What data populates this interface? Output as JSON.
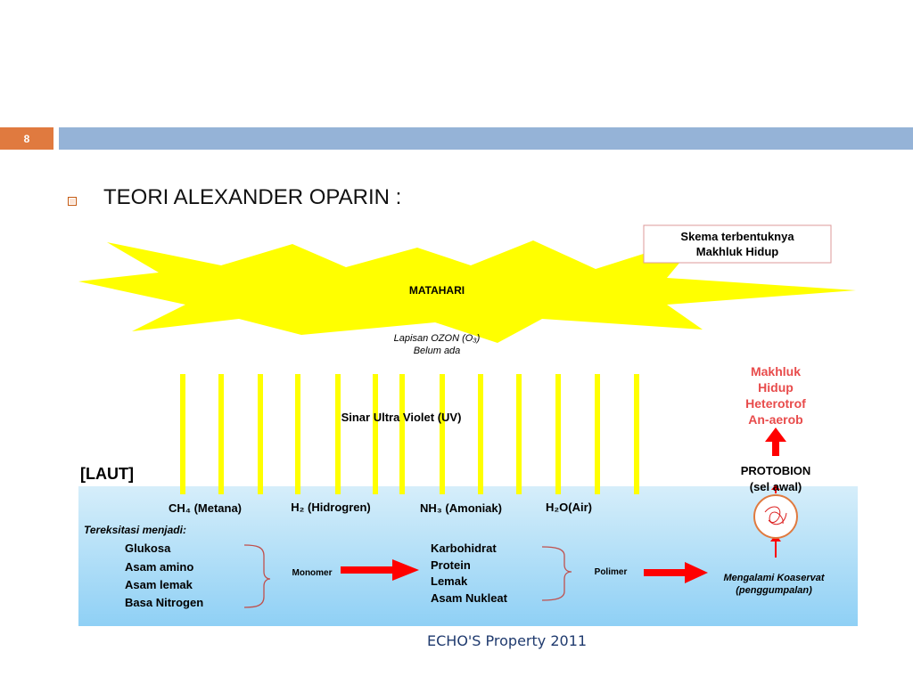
{
  "slide": {
    "number": "8",
    "title": "TEORI ALEXANDER OPARIN :",
    "footer": "ECHO'S Property 2011"
  },
  "diagram": {
    "scheme_box": [
      "Skema terbentuknya",
      "Makhluk Hidup"
    ],
    "sun": "MATAHARI",
    "ozone": [
      "Lapisan OZON (O₃)",
      "Belum ada"
    ],
    "uv": "Sinar Ultra Violet (UV)",
    "sea": "[LAUT]",
    "gases": [
      "CH₄ (Metana)",
      "H₂ (Hidrogren)",
      "NH₃ (Amoniak)",
      "H₂O(Air)"
    ],
    "excited_heading": "Tereksitasi menjadi:",
    "excited_items": [
      "Glukosa",
      "Asam amino",
      "Asam lemak",
      "Basa Nitrogen"
    ],
    "monomer_label": "Monomer",
    "polymer_items": [
      "Karbohidrat",
      "Protein",
      "Lemak",
      "Asam Nukleat"
    ],
    "polimer_label": "Polimer",
    "coacervate": [
      "Mengalami Koaservat",
      "(penggumpalan)"
    ],
    "protobion": [
      "PROTOBION",
      "(sel awal)"
    ],
    "organism": [
      "Makhluk",
      "Hidup",
      "Heterotrof",
      "An-aerob"
    ],
    "colors": {
      "sun": "#ffff00",
      "uv_ray": "#ffff00",
      "sea_top": "#d6eefa",
      "sea_bottom": "#8fd0f5",
      "arrow": "#ff0000",
      "organism_text": "#e84c4c",
      "circle": "#e07a3f"
    }
  }
}
